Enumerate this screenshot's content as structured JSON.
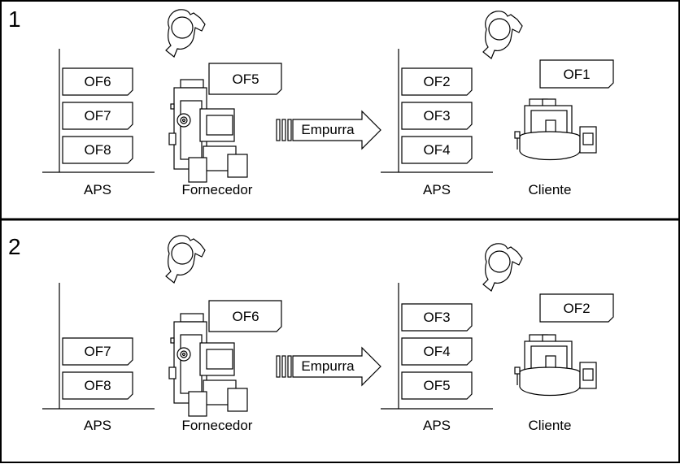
{
  "panels": [
    {
      "number": "1",
      "supplier_stock": [
        "OF6",
        "OF7",
        "OF8"
      ],
      "supplier_stock_label": "APS",
      "supplier_order": "OF5",
      "supplier_label": "Fornecedor",
      "push_label": "Empurra",
      "customer_stock": [
        "OF2",
        "OF3",
        "OF4"
      ],
      "customer_stock_label": "APS",
      "customer_order": "OF1",
      "customer_label": "Cliente"
    },
    {
      "number": "2",
      "supplier_stock": [
        "",
        "OF7",
        "OF8"
      ],
      "supplier_stock_label": "APS",
      "supplier_order": "OF6",
      "supplier_label": "Fornecedor",
      "push_label": "Empurra",
      "customer_stock": [
        "OF3",
        "OF4",
        "OF5"
      ],
      "customer_stock_label": "APS",
      "customer_order": "OF2",
      "customer_label": "Cliente"
    }
  ]
}
